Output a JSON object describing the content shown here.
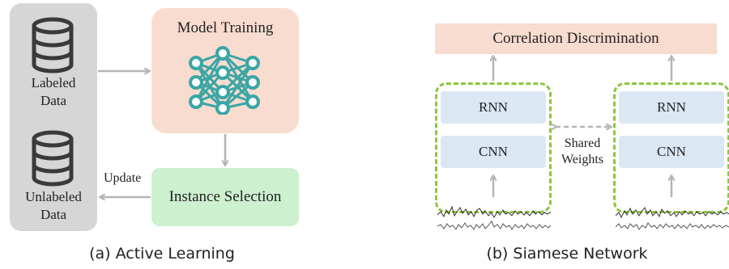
{
  "active_learning": {
    "labeled_label": "Labeled\nData",
    "unlabeled_label": "Unlabeled\nData",
    "model_training": "Model Training",
    "instance_selection": "Instance Selection",
    "update_label": "Update",
    "caption": "(a) Active Learning",
    "colors": {
      "panel": "#d6d6d6",
      "training": "#f8dccf",
      "selection": "#cdf0cf",
      "network": "#3aa6a5",
      "arrow": "#b4b4b4"
    }
  },
  "siamese": {
    "top_label": "Correlation Discrimination",
    "left_rnn": "RNN",
    "left_cnn": "CNN",
    "right_rnn": "RNN",
    "right_cnn": "CNN",
    "shared_label": "Shared\nWeights",
    "caption": "(b) Siamese Network",
    "colors": {
      "top": "#f8dccf",
      "block": "#dce7f4",
      "dashed": "#8cc63f",
      "arrow": "#b4b4b4"
    }
  }
}
